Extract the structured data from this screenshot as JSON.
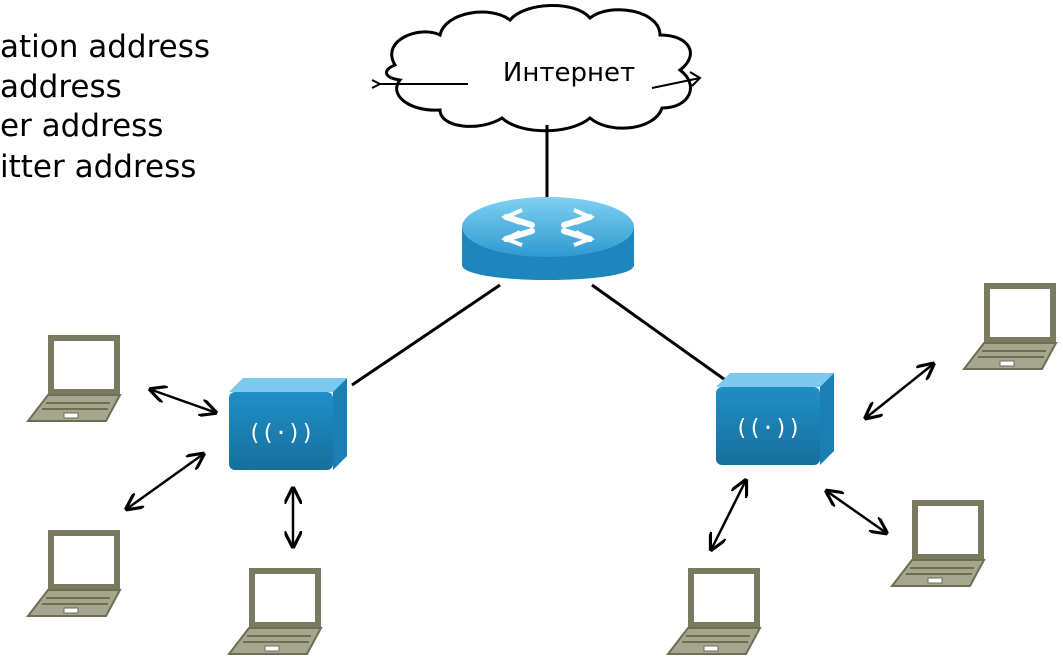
{
  "cloud": {
    "label": "Интернет"
  },
  "bullets": [
    "ation address",
    " address",
    "itter address",
    "er address"
  ],
  "colors": {
    "device_blue": "#1f8fc6",
    "device_light": "#6fc5ec",
    "laptop_frame": "#6e6e55",
    "laptop_base": "#9d9d86",
    "line": "#000000"
  },
  "icons": {
    "router": "router-icon",
    "access_point": "access-point-icon",
    "laptop": "laptop-icon",
    "cloud": "cloud-icon"
  }
}
